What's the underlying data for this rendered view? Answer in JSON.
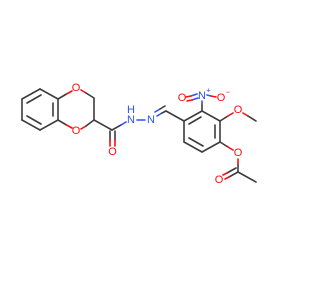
{
  "colors": {
    "carbon_bond": "#3c3c3c",
    "oxygen": "#ff0d0d",
    "nitrogen": "#3050f8",
    "background": "#ffffff"
  },
  "atoms": {
    "o_dioxane_top": "O",
    "o_dioxane_bottom": "O",
    "o_carbonyl": "O",
    "n_hydrazide": "N",
    "h_hydrazide": "H",
    "n_imine": "N",
    "n_nitro": "N",
    "n_nitro_charge": "+",
    "o_nitro_left": "O",
    "o_nitro_right": "O",
    "o_nitro_charge": "−",
    "o_methoxy": "O",
    "o_ester": "O",
    "o_acetyl": "O"
  }
}
